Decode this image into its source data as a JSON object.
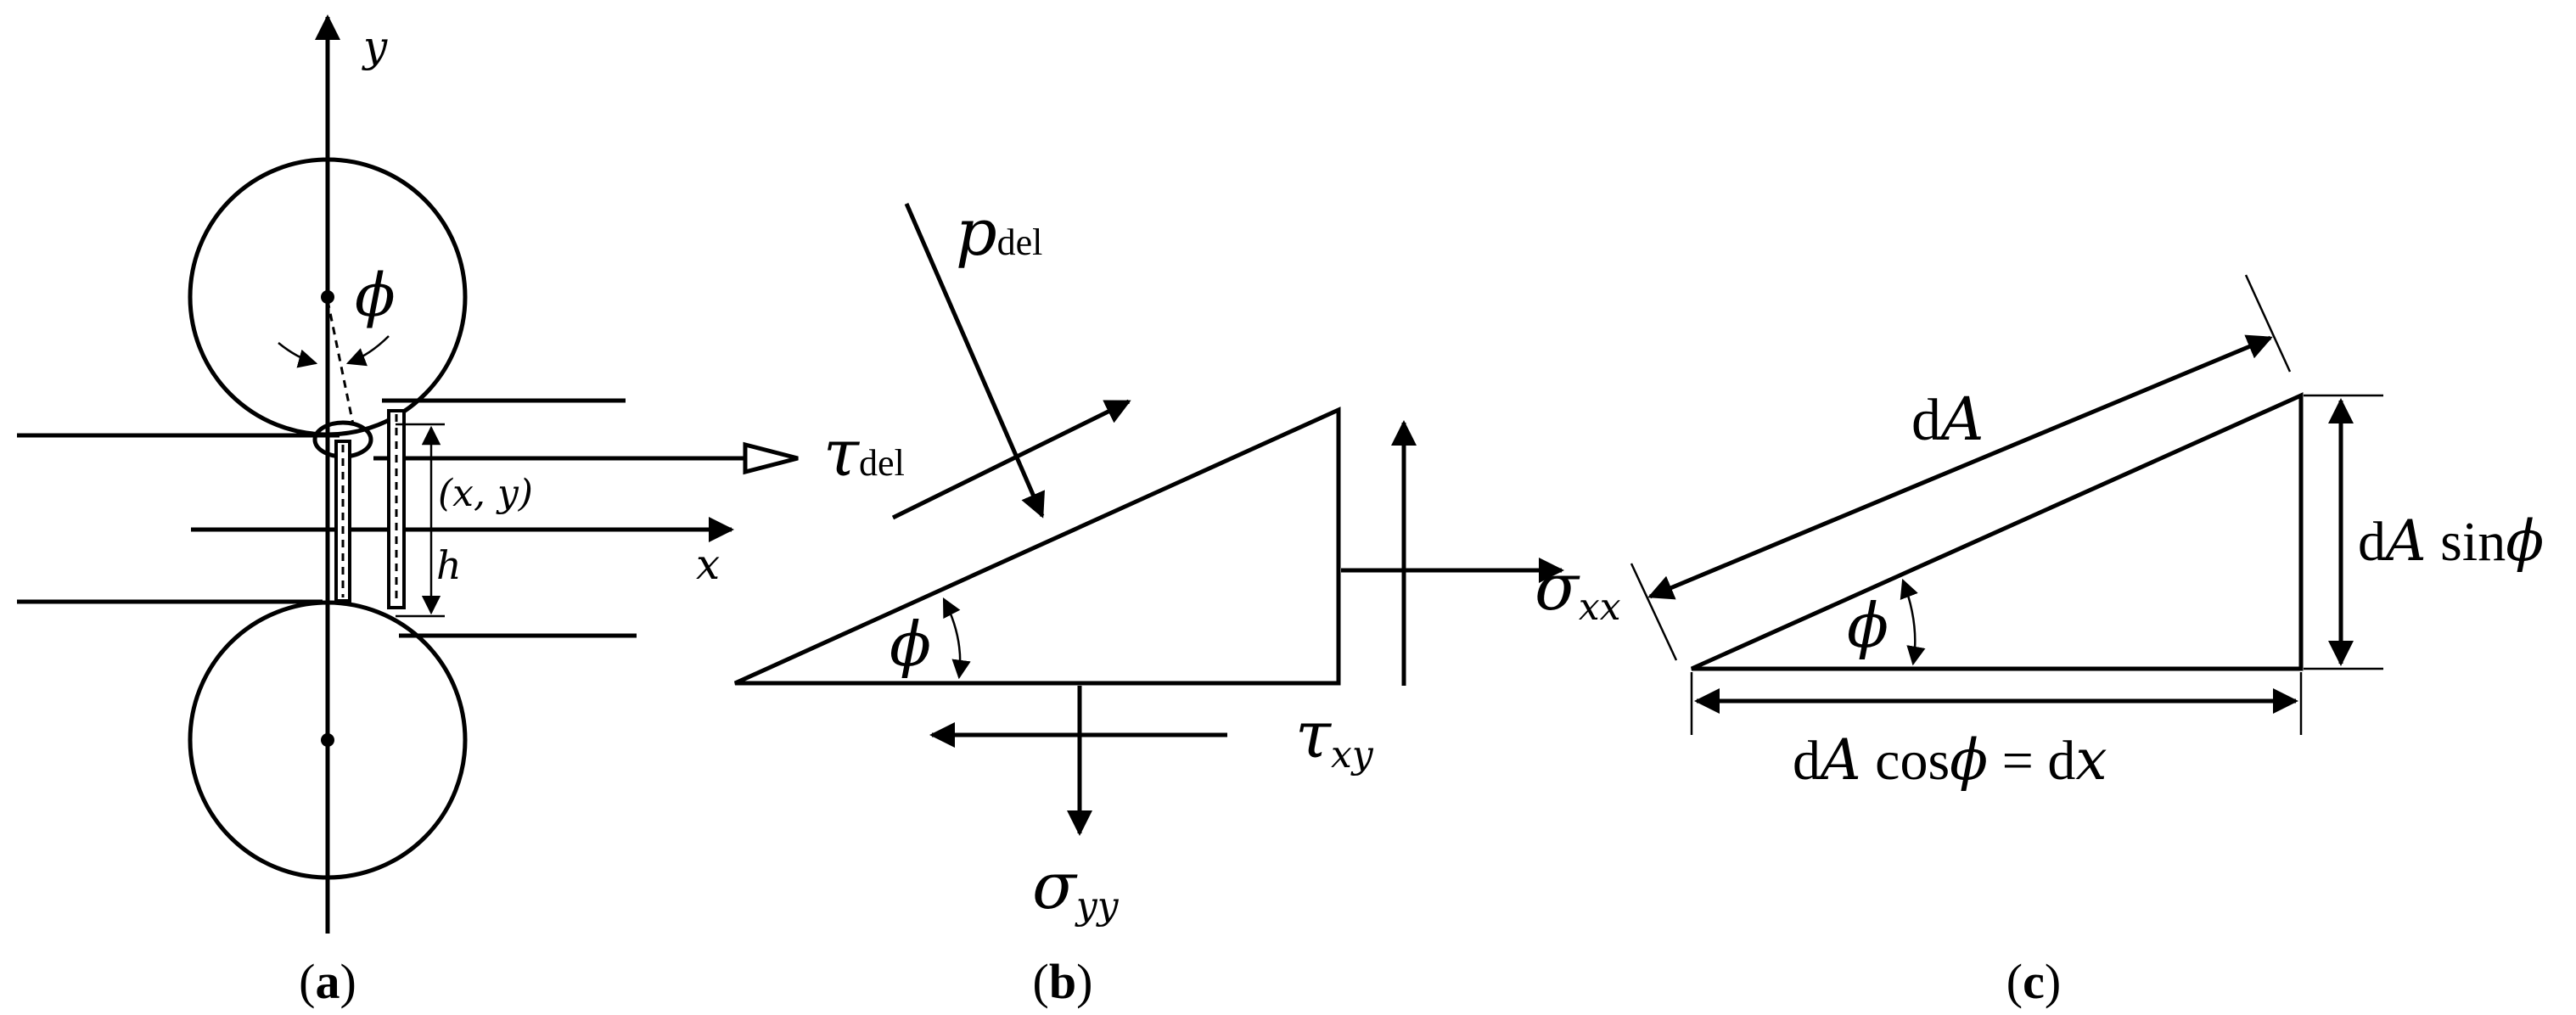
{
  "panel_a": {
    "caption_open": "(",
    "caption_letter": "a",
    "caption_close": ")",
    "axis_y": "y",
    "axis_x": "x",
    "angle": "ϕ",
    "point": "(x, y)",
    "thickness": "h"
  },
  "panel_b": {
    "caption_open": "(",
    "caption_letter": "b",
    "caption_close": ")",
    "p_symbol": "p",
    "p_subscript": "del",
    "tau_symbol": "τ",
    "tau_subscript": "del",
    "angle": "ϕ",
    "sigma_xx_symbol": "σ",
    "sigma_xx_subscript": "xx",
    "tau_xy_symbol": "τ",
    "tau_xy_subscript": "xy",
    "sigma_yy_symbol": "σ",
    "sigma_yy_subscript": "yy"
  },
  "panel_c": {
    "caption_open": "(",
    "caption_letter": "c",
    "caption_close": ")",
    "hyp_d": "d",
    "hyp_A": "A",
    "angle": "ϕ",
    "vert_d": "d",
    "vert_A": "A",
    "vert_fn": " sin",
    "vert_phi": "ϕ",
    "base_d": "d",
    "base_A": "A",
    "base_fn": " cos",
    "base_phi": "ϕ",
    "base_eq": " = d",
    "base_x": "x"
  }
}
